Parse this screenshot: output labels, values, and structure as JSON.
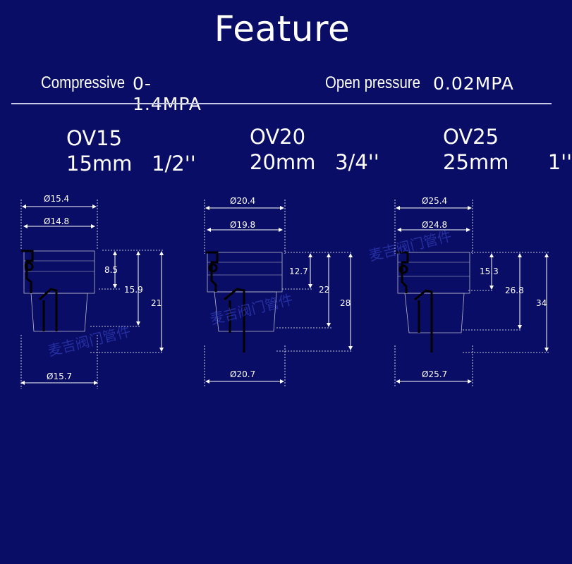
{
  "title": "Feature",
  "specs": {
    "compressive_label": "Compressive",
    "compressive_value": "0-1.4MPA",
    "open_label": "Open pressure",
    "open_value": "0.02MPA"
  },
  "models": [
    {
      "name": "OV15",
      "size": "15mm",
      "inch": "1/2''",
      "dims": {
        "top1": "Ø15.4",
        "top2": "Ø14.8",
        "bottom": "Ø15.7",
        "h1": "8.5",
        "h2": "15.9",
        "h3": "21"
      }
    },
    {
      "name": "OV20",
      "size": "20mm",
      "inch": "3/4''",
      "dims": {
        "top1": "Ø20.4",
        "top2": "Ø19.8",
        "bottom": "Ø20.7",
        "h1": "12.7",
        "h2": "22",
        "h3": "28"
      }
    },
    {
      "name": "OV25",
      "size": "25mm",
      "inch": "1''",
      "dims": {
        "top1": "Ø25.4",
        "top2": "Ø24.8",
        "bottom": "Ø25.7",
        "h1": "15.3",
        "h2": "26.8",
        "h3": "34"
      }
    }
  ],
  "watermark": "麦吉阀门管件",
  "colors": {
    "background": "#0a0d66",
    "line": "#ffffff",
    "part": "#000000"
  }
}
